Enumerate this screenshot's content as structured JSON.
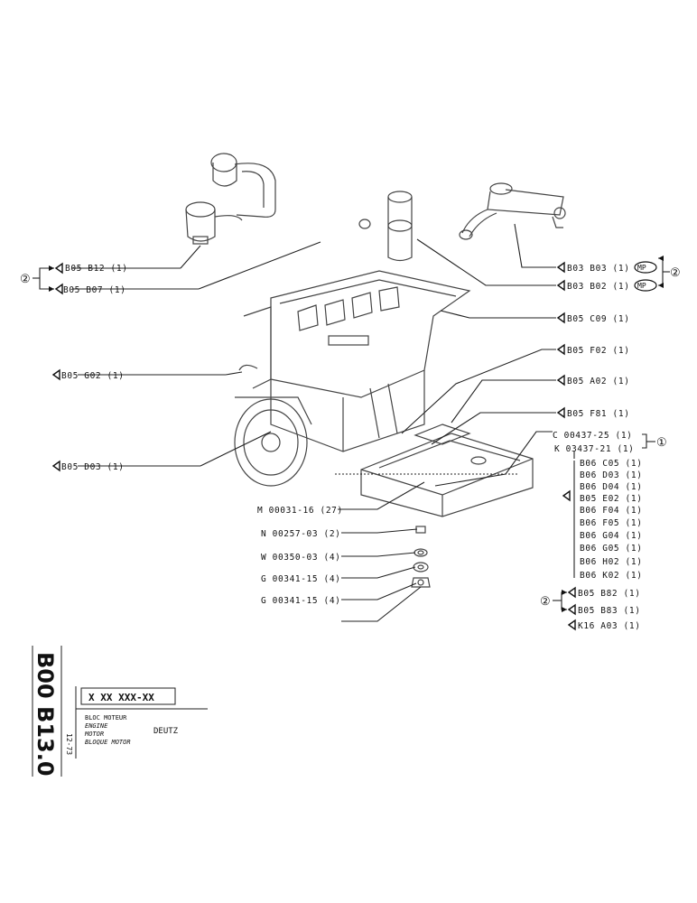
{
  "labels": {
    "b05_b12": "B05 B12 (1)",
    "b05_b07": "B05 B07 (1)",
    "b05_g02": "B05 G02 (1)",
    "b05_d03": "B05 D03 (1)",
    "b03_b03": "B03 B03 (1)",
    "b03_b02": "B03 B02 (1)",
    "b05_c09": "B05 C09 (1)",
    "b05_f02": "B05 F02 (1)",
    "b05_a02": "B05 A02 (1)",
    "b05_f81": "B05 F81 (1)",
    "c00437": "C 00437-25 (1)",
    "k03437": "K 03437-21 (1)",
    "m00031": "M 00031-16 (27)",
    "n00257": "N 00257-03 (2)",
    "w00350": "W 00350-03 (4)",
    "g00341_a": "G 00341-15 (4)",
    "g00341_b": "G 00341-15 (4)",
    "b06_list": [
      "B06 C05 (1)",
      "B06 D03 (1)",
      "B06 D04 (1)",
      "B05 E02 (1)",
      "B06 F04 (1)",
      "B06 F05 (1)",
      "B06 G04 (1)",
      "B06 G05 (1)",
      "B06 H02 (1)",
      "B06 K02 (1)"
    ],
    "b05_b82": "B05 B82 (1)",
    "b05_b83": "B05 B83 (1)",
    "k16_a03": "K16 A03 (1)"
  },
  "callouts": {
    "circle_1": "①",
    "circle_2": "②",
    "mp": "MP"
  },
  "title_block": {
    "ref_code": "B00 B13.0",
    "date": "12-73",
    "part_number": "X XX XXX-XX",
    "name_fr": "BLOC MOTEUR",
    "name_en": "ENGINE",
    "name_de": "MOTOR",
    "name_es": "BLOQUE MOTOR",
    "make": "DEUTZ"
  }
}
